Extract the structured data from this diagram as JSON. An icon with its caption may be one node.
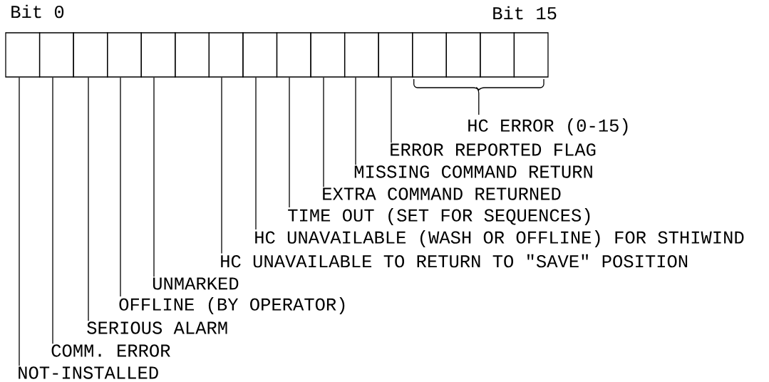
{
  "diagram": {
    "nodes": [
      {
        "text": [],
        "shape": "box"
      },
      {
        "text": [],
        "shape": "box"
      },
      {
        "text": [],
        "shape": "box"
      },
      {
        "text": [],
        "shape": "box"
      },
      {
        "text": [],
        "shape": "box"
      },
      {
        "text": [],
        "shape": "box"
      },
      {
        "text": [],
        "shape": "box"
      },
      {
        "text": [],
        "shape": "box"
      },
      {
        "text": [],
        "shape": "box"
      },
      {
        "text": [],
        "shape": "box"
      },
      {
        "text": [],
        "shape": "box"
      },
      {
        "text": [],
        "shape": "box"
      },
      {
        "text": [],
        "shape": "box"
      },
      {
        "text": [],
        "shape": "box"
      },
      {
        "text": [],
        "shape": "box"
      },
      {
        "text": [],
        "shape": "box"
      },
      {
        "text": [
          "HC ERROR (0-15)"
        ]
      },
      {
        "text": [
          "ERROR REPORTED FLAG"
        ]
      },
      {
        "text": [
          "MISSING COMMAND RETURN"
        ]
      },
      {
        "text": [
          "EXTRA COMMAND RETURNED"
        ]
      },
      {
        "text": [
          "TIME OUT (SET FOR SEQUENCES)"
        ]
      },
      {
        "text": [
          "HC UNAVAILABLE (WASH OR OFFLINE) FOR STHIWIND"
        ]
      },
      {
        "text": [
          "HC UNAVAILABLE TO RETURN TO \"SAVE\" POSITION"
        ]
      },
      {
        "text": [
          "UNMARKED"
        ]
      },
      {
        "text": [
          "OFFLINE (BY OPERATOR)"
        ]
      },
      {
        "text": [
          "SERIOUS ALARM"
        ]
      },
      {
        "text": [
          "COMM. ERROR"
        ]
      },
      {
        "text": [
          "NOT-INSTALLED"
        ]
      }
    ],
    "edges": [
      {
        "from": 17,
        "to": 11,
        "arrow": "none"
      },
      {
        "from": 18,
        "to": 10,
        "arrow": "none"
      },
      {
        "from": 19,
        "to": 9,
        "arrow": "none"
      },
      {
        "from": 20,
        "to": 8,
        "arrow": "none"
      },
      {
        "from": 21,
        "to": 7,
        "arrow": "none"
      },
      {
        "from": 22,
        "to": 6,
        "arrow": "none"
      },
      {
        "from": 23,
        "to": 4,
        "arrow": "none"
      },
      {
        "from": 24,
        "to": 3,
        "arrow": "none"
      },
      {
        "from": 25,
        "to": 2,
        "arrow": "none"
      },
      {
        "from": 26,
        "to": 1,
        "arrow": "none"
      },
      {
        "from": 27,
        "to": 0,
        "arrow": "none"
      }
    ],
    "labels": [
      "Bit 0",
      "Bit 15"
    ]
  }
}
